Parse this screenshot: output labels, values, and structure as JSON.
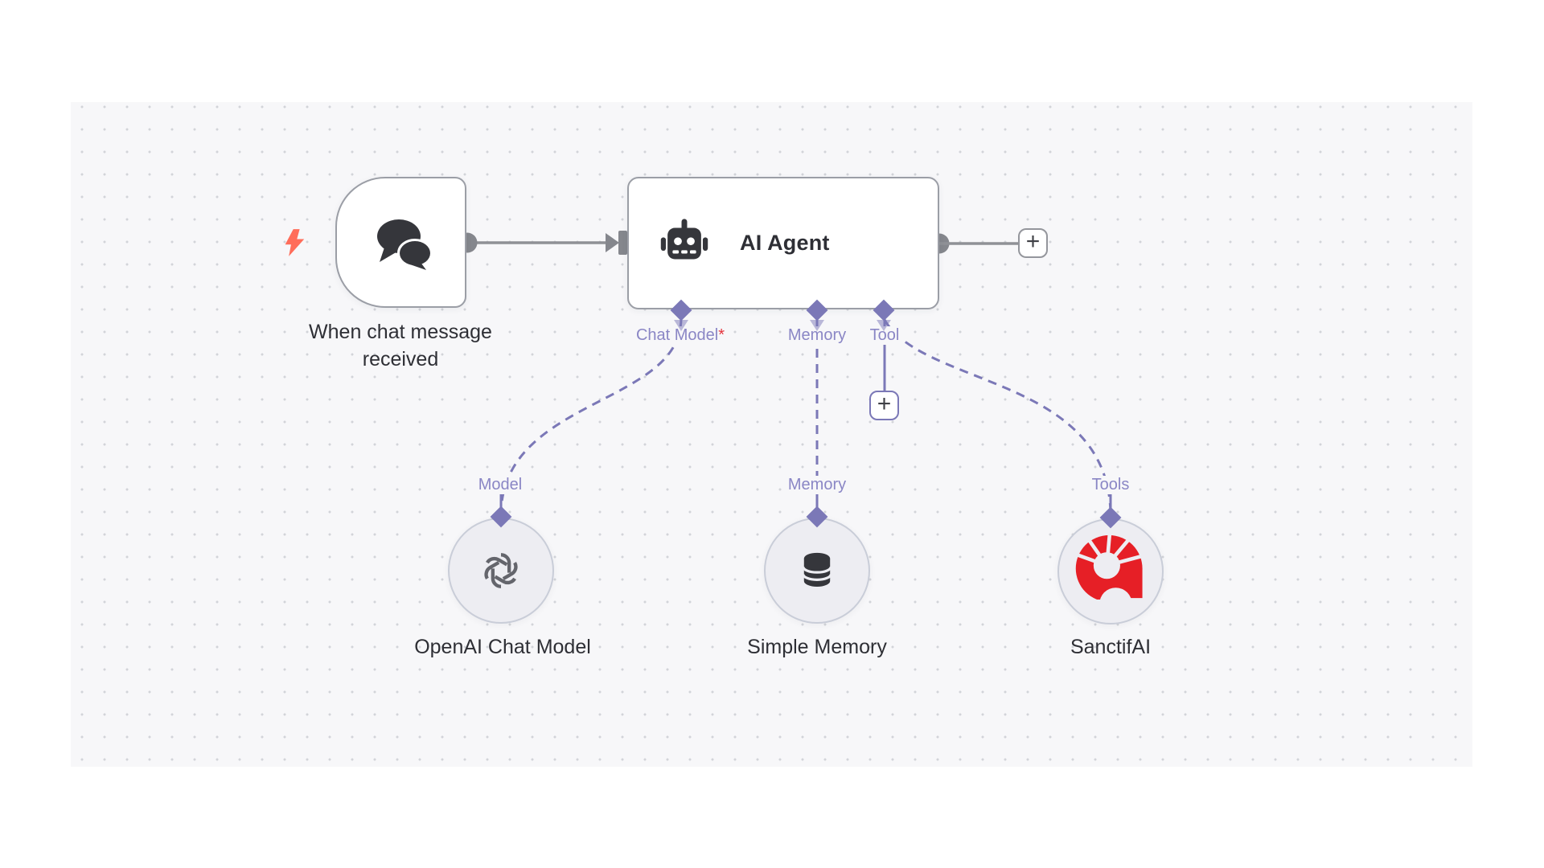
{
  "colors": {
    "purple": "#7b78b7",
    "label_purple": "#8a86c5",
    "required_red": "#e4343c",
    "bolt_red": "#ff6d5a",
    "gray_line": "#8f9196",
    "node_border": "#9b9ea6",
    "text_dark": "#2e2f35",
    "canvas_bg": "#f7f7f9",
    "circle_fill": "#ededf2",
    "circle_border": "#c9cdd8",
    "icon_dark": "#35363b",
    "sanctifai_red": "#e61f26",
    "white": "#ffffff"
  },
  "icons": {
    "trigger": "chat-bubbles-icon",
    "trigger_type": "lightning-bolt-icon",
    "agent": "robot-icon",
    "model": "openai-logo-icon",
    "memory": "database-icon",
    "tools": "sanctifai-logo-icon"
  },
  "trigger_node": {
    "name": "When chat message received"
  },
  "agent_node": {
    "title": "AI Agent",
    "ports": {
      "chat_model": {
        "label": "Chat Model",
        "required_marker": "*"
      },
      "memory": {
        "label": "Memory"
      },
      "tool": {
        "label": "Tool"
      }
    }
  },
  "sub_nodes": {
    "model": {
      "connection_label": "Model",
      "name": "OpenAI Chat Model"
    },
    "memory": {
      "connection_label": "Memory",
      "name": "Simple Memory"
    },
    "tools": {
      "connection_label": "Tools",
      "name": "SanctifAI"
    }
  },
  "buttons": {
    "add_next_node": "+",
    "add_tool": "+"
  }
}
